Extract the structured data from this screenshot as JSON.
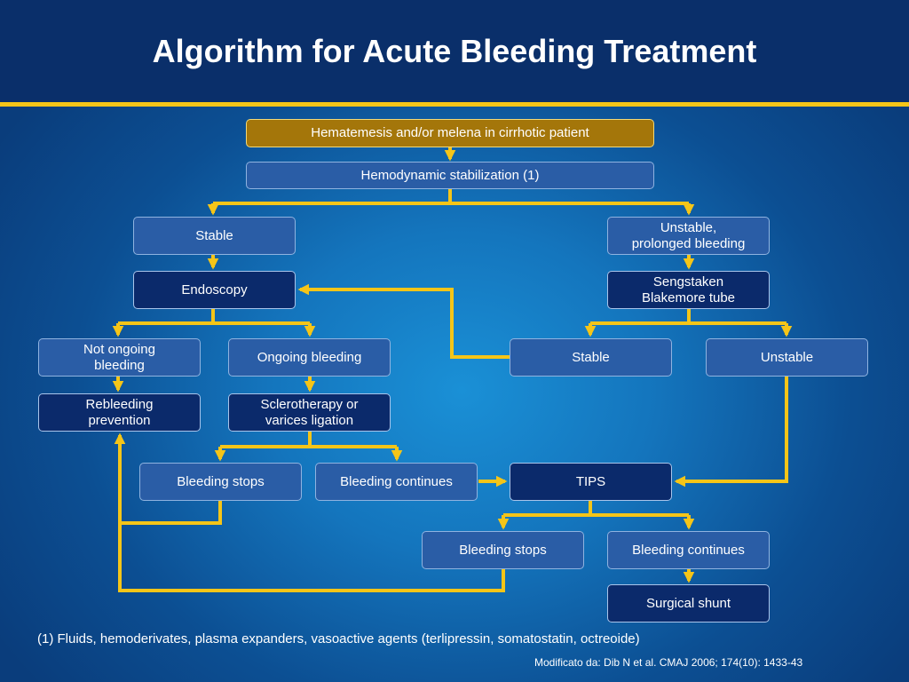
{
  "title": "Algorithm for Acute Bleeding Treatment",
  "colors": {
    "header_bg": "#0a2f6a",
    "accent_line": "#f5c518",
    "connector": "#f5c518",
    "box_light": "#2a5da6",
    "box_dark": "#0b2a6b",
    "box_start": "#a4760a"
  },
  "nodes": {
    "start": "Hematemesis and/or melena in cirrhotic patient",
    "stabilization": "Hemodynamic stabilization (1)",
    "stable_left": "Stable",
    "unstable_right": "Unstable,\nprolonged bleeding",
    "endoscopy": "Endoscopy",
    "sengstaken": "Sengstaken\nBlakemore tube",
    "not_ongoing": "Not ongoing\nbleeding",
    "ongoing": "Ongoing bleeding",
    "stable_mid": "Stable",
    "unstable_mid": "Unstable",
    "rebleeding_prevention": "Rebleeding\nprevention",
    "sclerotherapy": "Sclerotherapy or\nvarices ligation",
    "bleeding_stops_1": "Bleeding stops",
    "bleeding_continues_1": "Bleeding continues",
    "tips": "TIPS",
    "bleeding_stops_2": "Bleeding stops",
    "bleeding_continues_2": "Bleeding continues",
    "surgical_shunt": "Surgical shunt"
  },
  "footnote": "(1) Fluids, hemoderivates, plasma expanders, vasoactive agents (terlipressin, somatostatin, octreoide)",
  "source": "Modificato da: Dib N et al. CMAJ 2006; 174(10): 1433-43"
}
